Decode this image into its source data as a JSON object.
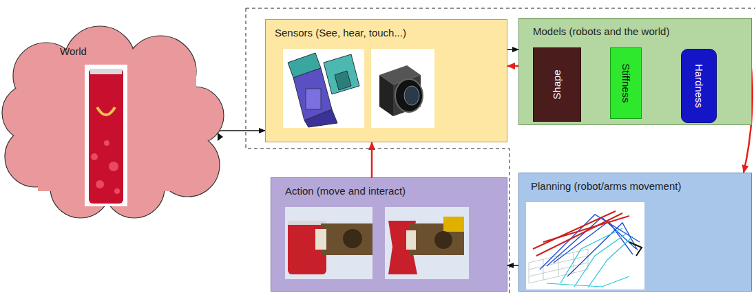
{
  "diagram": {
    "nodes": [
      {
        "text": [
          "World"
        ]
      },
      {
        "text": [
          "Sensors (See, hear, touch...)"
        ]
      },
      {
        "text": [
          "Models (robots and the world)"
        ]
      },
      {
        "text": [
          "Shape"
        ],
        "in": 2
      },
      {
        "text": [
          "Stiffness"
        ],
        "in": 2
      },
      {
        "text": [
          "Hardness"
        ],
        "in": 2
      },
      {
        "text": [
          "Planning (robot/arms movement)"
        ]
      },
      {
        "text": [
          "Action (move and interact)"
        ]
      }
    ],
    "edges": [
      {
        "from": 0,
        "to": 1,
        "arrow": "to"
      },
      {
        "from": 1,
        "to": 2,
        "arrow": "to"
      },
      {
        "from": 2,
        "to": 1,
        "arrow": "to"
      },
      {
        "from": 2,
        "to": 6,
        "arrow": "to"
      },
      {
        "from": 6,
        "to": 7,
        "arrow": "to"
      },
      {
        "from": 7,
        "to": 1,
        "arrow": "to"
      }
    ]
  }
}
